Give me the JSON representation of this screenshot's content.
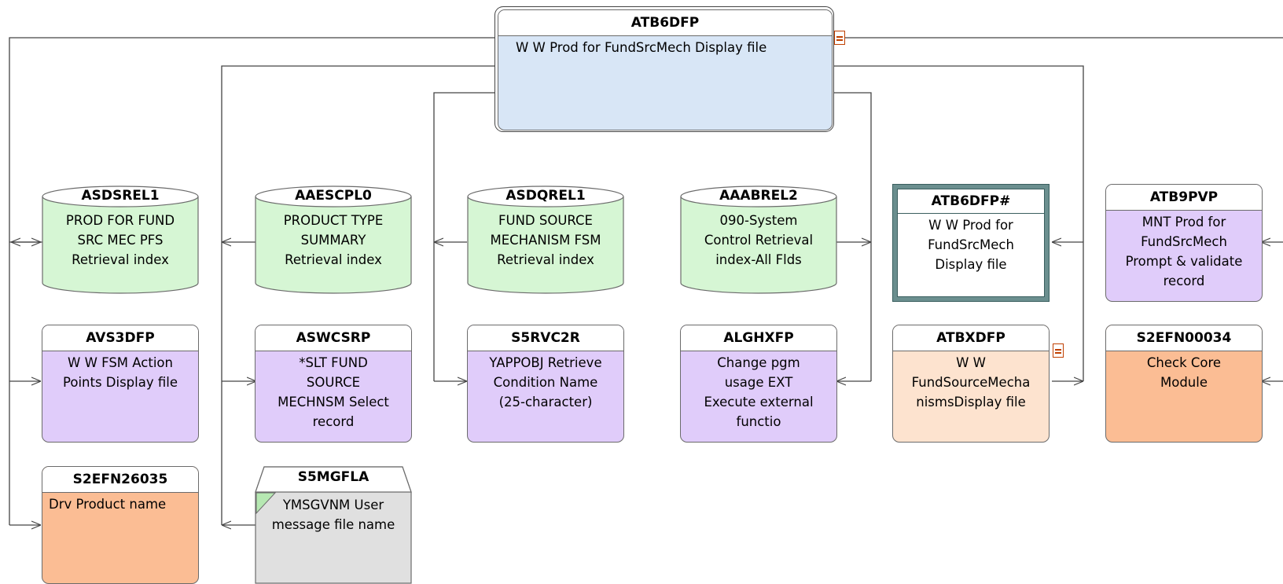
{
  "root": {
    "id": "ATB6DFP",
    "desc": "W W Prod for FundSrcMech Display file"
  },
  "nodes": {
    "asdsrel1": {
      "id": "ASDSREL1",
      "desc": [
        "PROD FOR FUND",
        "SRC MEC PFS",
        "Retrieval index"
      ]
    },
    "aaescplo": {
      "id": "AAESCPL0",
      "desc": [
        "PRODUCT TYPE",
        "SUMMARY",
        "Retrieval index"
      ]
    },
    "asdqrel1": {
      "id": "ASDQREL1",
      "desc": [
        "FUND SOURCE",
        "MECHANISM FSM",
        "Retrieval index"
      ]
    },
    "aaabrel2": {
      "id": "AAABREL2",
      "desc": [
        "090-System",
        "Control Retrieval",
        "index-All Flds"
      ]
    },
    "atb6dfp_hash": {
      "id": "ATB6DFP#",
      "desc": [
        "W W Prod for",
        "FundSrcMech",
        "Display file"
      ]
    },
    "atb9pvp": {
      "id": "ATB9PVP",
      "desc": [
        "MNT Prod for",
        "FundSrcMech",
        "Prompt & validate",
        "record"
      ]
    },
    "avs3dfp": {
      "id": "AVS3DFP",
      "desc": [
        "W W FSM Action",
        "Points Display file"
      ]
    },
    "aswcsrp": {
      "id": "ASWCSRP",
      "desc": [
        "*SLT FUND",
        "SOURCE",
        "MECHNSM Select",
        "record"
      ]
    },
    "s5rvc2r": {
      "id": "S5RVC2R",
      "desc": [
        "YAPPOBJ Retrieve",
        "Condition Name",
        "(25-character)"
      ]
    },
    "alghxfp": {
      "id": "ALGHXFP",
      "desc": [
        "Change pgm",
        "usage EXT",
        "Execute external",
        "functio"
      ]
    },
    "atbxdfp": {
      "id": "ATBXDFP",
      "desc": [
        "W W",
        "FundSourceMecha",
        "nismsDisplay file"
      ]
    },
    "s2efn00034": {
      "id": "S2EFN00034",
      "desc": [
        "Check Core",
        "Module"
      ]
    },
    "s2efn26035": {
      "id": "S2EFN26035",
      "desc": [
        "Drv Product name"
      ]
    },
    "s5mgfla": {
      "id": "S5MGFLA",
      "desc": [
        "YMSGVNM User",
        "message file name"
      ]
    }
  },
  "colors": {
    "line": "#444444",
    "display_file": "#d8e6f6",
    "access_path": "#d6f6d4",
    "function": "#e0ccfa",
    "external": "#fbbd94",
    "display_file_alt": "#fde3cf",
    "message": "#e0e0e0",
    "note_icon": "#c04000"
  },
  "icons": [
    "note-icon"
  ]
}
